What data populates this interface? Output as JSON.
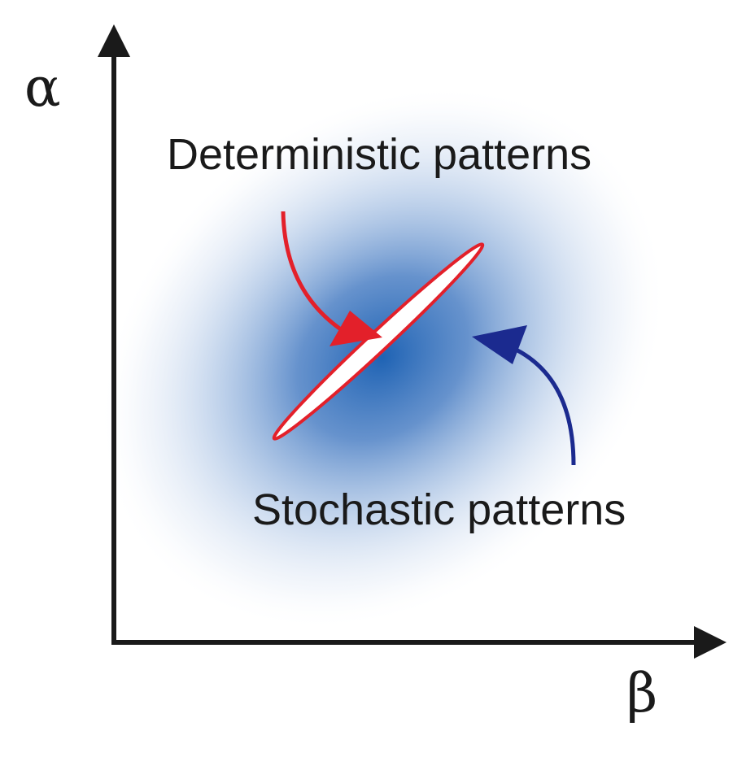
{
  "axes": {
    "y_label": "α",
    "x_label": "β"
  },
  "annotations": {
    "deterministic": "Deterministic patterns",
    "stochastic": "Stochastic patterns"
  },
  "colors": {
    "axis": "#1a1a1a",
    "cloud_center": "#1f63b4",
    "deterministic_arrow": "#e3202a",
    "stochastic_arrow": "#1b2a8f",
    "ellipse_fill": "#ffffff",
    "ellipse_stroke": "#e3202a"
  }
}
